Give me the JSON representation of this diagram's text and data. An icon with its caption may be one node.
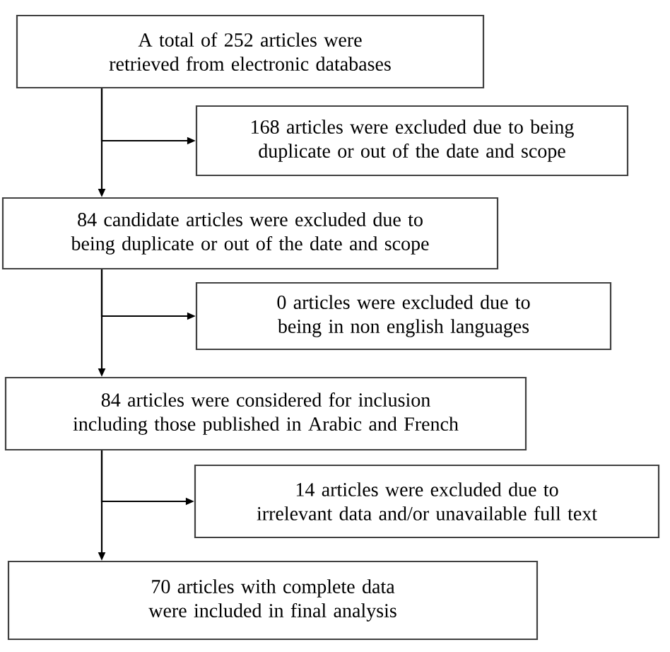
{
  "diagram": {
    "nodes": [
      {
        "text": [
          "A total of 252 articles were retrieved from electronic databases"
        ]
      },
      {
        "text": [
          "168 articles were excluded due to being duplicate or out of the date and scope"
        ]
      },
      {
        "text": [
          "84 candidate articles were excluded due to being duplicate or out of the date and scope"
        ]
      },
      {
        "text": [
          "0 articles were excluded due to being in non english languages"
        ]
      },
      {
        "text": [
          "84 articles were considered for inclusion including those published in Arabic and French"
        ]
      },
      {
        "text": [
          "14 articles were excluded due to irrelevant data and/or unavailable full text"
        ]
      },
      {
        "text": [
          "70 articles with complete data were included in final analysis"
        ]
      }
    ],
    "edges": [
      {
        "from": 0,
        "to": 1,
        "arrow": "to"
      },
      {
        "from": 0,
        "to": 2,
        "arrow": "to"
      },
      {
        "from": 2,
        "to": 3,
        "arrow": "to"
      },
      {
        "from": 2,
        "to": 4,
        "arrow": "to"
      },
      {
        "from": 4,
        "to": 5,
        "arrow": "to"
      },
      {
        "from": 4,
        "to": 6,
        "arrow": "to"
      }
    ]
  }
}
